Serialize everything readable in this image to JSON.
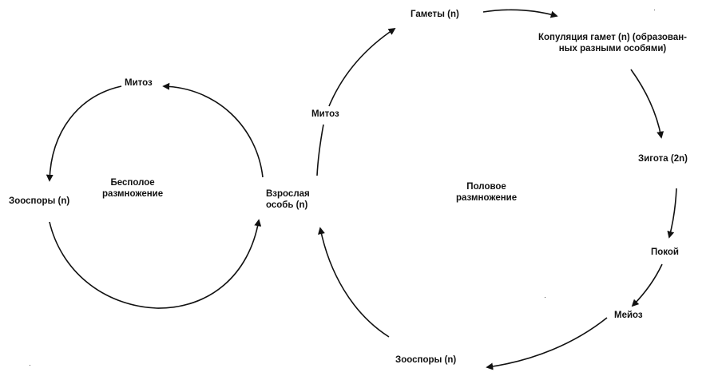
{
  "diagram": {
    "asexual": {
      "title_line1": "Бесполое",
      "title_line2": "размножение",
      "mitosis": "Митоз",
      "zoospores": "Зооспоры (n)"
    },
    "adult": {
      "line1": "Взрослая",
      "line2": "особь (n)"
    },
    "sexual": {
      "title_line1": "Половое",
      "title_line2": "размножение",
      "mitosis": "Митоз",
      "gametes": "Гаметы (n)",
      "copulation_line1": "Копуляция гамет (n) (образован-",
      "copulation_line2": "ных разными особями)",
      "zygote": "Зигота (2n)",
      "dormancy": "Покой",
      "meiosis": "Мейоз",
      "zoospores": "Зооспоры (n)"
    }
  },
  "colors": {
    "ink": "#111111",
    "background": "#ffffff"
  }
}
